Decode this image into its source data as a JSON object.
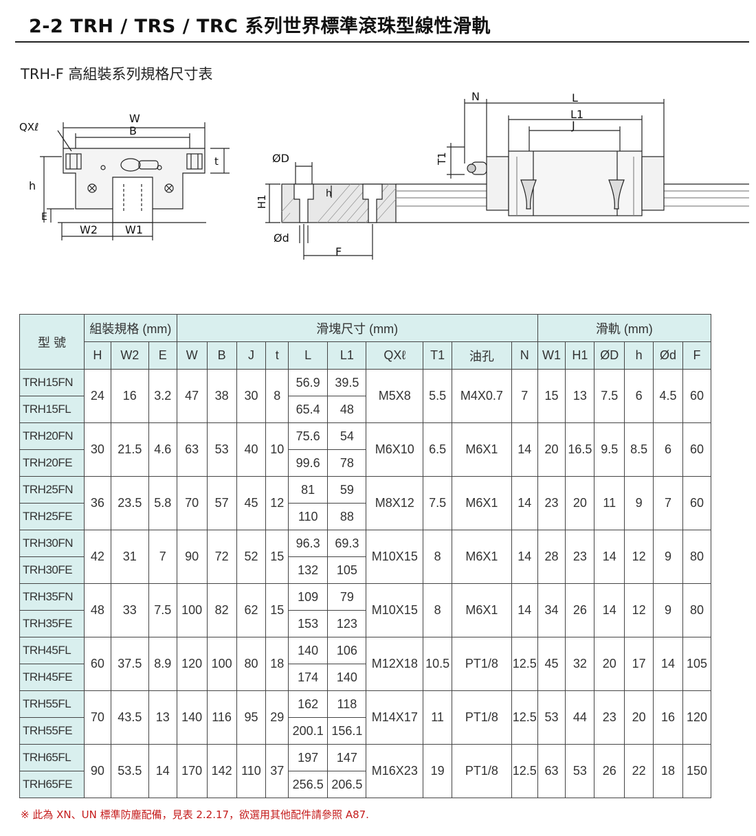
{
  "title": "2-2 TRH / TRS / TRC 系列世界標準滾珠型線性滑軌",
  "subtitle": "TRH-F 高組裝系列規格尺寸表",
  "diagram_labels": {
    "qxl": "QXℓ",
    "w": "W",
    "b": "B",
    "t": "t",
    "h": "h",
    "e": "E",
    "w2": "W2",
    "w1": "W1",
    "od": "ØD",
    "h1": "H1",
    "d": "Ød",
    "f": "F",
    "n": "N",
    "l": "L",
    "l1": "L1",
    "j": "J",
    "t1": "T1"
  },
  "table": {
    "group_headers": {
      "model": "型 號",
      "assembly": "組裝規格 (mm)",
      "block": "滑塊尺寸 (mm)",
      "rail": "滑軌 (mm)"
    },
    "columns": [
      "H",
      "W2",
      "E",
      "W",
      "B",
      "J",
      "t",
      "L",
      "L1",
      "QXℓ",
      "T1",
      "油孔",
      "N",
      "W1",
      "H1",
      "ØD",
      "h",
      "Ød",
      "F"
    ],
    "rows": [
      {
        "models": [
          "TRH15FN",
          "TRH15FL"
        ],
        "H": "24",
        "W2": "16",
        "E": "3.2",
        "W": "47",
        "B": "38",
        "J": "30",
        "t": "8",
        "L": [
          "56.9",
          "65.4"
        ],
        "L1": [
          "39.5",
          "48"
        ],
        "QXl": "M5X8",
        "T1": "5.5",
        "oil": "M4X0.7",
        "N": "7",
        "W1": "15",
        "H1": "13",
        "OD": "7.5",
        "h": "6",
        "Od": "4.5",
        "F": "60"
      },
      {
        "models": [
          "TRH20FN",
          "TRH20FE"
        ],
        "H": "30",
        "W2": "21.5",
        "E": "4.6",
        "W": "63",
        "B": "53",
        "J": "40",
        "t": "10",
        "L": [
          "75.6",
          "99.6"
        ],
        "L1": [
          "54",
          "78"
        ],
        "QXl": "M6X10",
        "T1": "6.5",
        "oil": "M6X1",
        "N": "14",
        "W1": "20",
        "H1": "16.5",
        "OD": "9.5",
        "h": "8.5",
        "Od": "6",
        "F": "60"
      },
      {
        "models": [
          "TRH25FN",
          "TRH25FE"
        ],
        "H": "36",
        "W2": "23.5",
        "E": "5.8",
        "W": "70",
        "B": "57",
        "J": "45",
        "t": "12",
        "L": [
          "81",
          "110"
        ],
        "L1": [
          "59",
          "88"
        ],
        "QXl": "M8X12",
        "T1": "7.5",
        "oil": "M6X1",
        "N": "14",
        "W1": "23",
        "H1": "20",
        "OD": "11",
        "h": "9",
        "Od": "7",
        "F": "60"
      },
      {
        "models": [
          "TRH30FN",
          "TRH30FE"
        ],
        "H": "42",
        "W2": "31",
        "E": "7",
        "W": "90",
        "B": "72",
        "J": "52",
        "t": "15",
        "L": [
          "96.3",
          "132"
        ],
        "L1": [
          "69.3",
          "105"
        ],
        "QXl": "M10X15",
        "T1": "8",
        "oil": "M6X1",
        "N": "14",
        "W1": "28",
        "H1": "23",
        "OD": "14",
        "h": "12",
        "Od": "9",
        "F": "80"
      },
      {
        "models": [
          "TRH35FN",
          "TRH35FE"
        ],
        "H": "48",
        "W2": "33",
        "E": "7.5",
        "W": "100",
        "B": "82",
        "J": "62",
        "t": "15",
        "L": [
          "109",
          "153"
        ],
        "L1": [
          "79",
          "123"
        ],
        "QXl": "M10X15",
        "T1": "8",
        "oil": "M6X1",
        "N": "14",
        "W1": "34",
        "H1": "26",
        "OD": "14",
        "h": "12",
        "Od": "9",
        "F": "80"
      },
      {
        "models": [
          "TRH45FL",
          "TRH45FE"
        ],
        "H": "60",
        "W2": "37.5",
        "E": "8.9",
        "W": "120",
        "B": "100",
        "J": "80",
        "t": "18",
        "L": [
          "140",
          "174"
        ],
        "L1": [
          "106",
          "140"
        ],
        "QXl": "M12X18",
        "T1": "10.5",
        "oil": "PT1/8",
        "N": "12.5",
        "W1": "45",
        "H1": "32",
        "OD": "20",
        "h": "17",
        "Od": "14",
        "F": "105"
      },
      {
        "models": [
          "TRH55FL",
          "TRH55FE"
        ],
        "H": "70",
        "W2": "43.5",
        "E": "13",
        "W": "140",
        "B": "116",
        "J": "95",
        "t": "29",
        "L": [
          "162",
          "200.1"
        ],
        "L1": [
          "118",
          "156.1"
        ],
        "QXl": "M14X17",
        "T1": "11",
        "oil": "PT1/8",
        "N": "12.5",
        "W1": "53",
        "H1": "44",
        "OD": "23",
        "h": "20",
        "Od": "16",
        "F": "120"
      },
      {
        "models": [
          "TRH65FL",
          "TRH65FE"
        ],
        "H": "90",
        "W2": "53.5",
        "E": "14",
        "W": "170",
        "B": "142",
        "J": "110",
        "t": "37",
        "L": [
          "197",
          "256.5"
        ],
        "L1": [
          "147",
          "206.5"
        ],
        "QXl": "M16X23",
        "T1": "19",
        "oil": "PT1/8",
        "N": "12.5",
        "W1": "63",
        "H1": "53",
        "OD": "26",
        "h": "22",
        "Od": "18",
        "F": "150"
      }
    ]
  },
  "footnote": "※ 此為 XN、UN 標準防塵配備，見表 2.2.17，欲選用其他配件請參照 A87.",
  "colors": {
    "header_bg": "#d9efee",
    "footnote": "#c41a1a",
    "border": "#444444"
  }
}
